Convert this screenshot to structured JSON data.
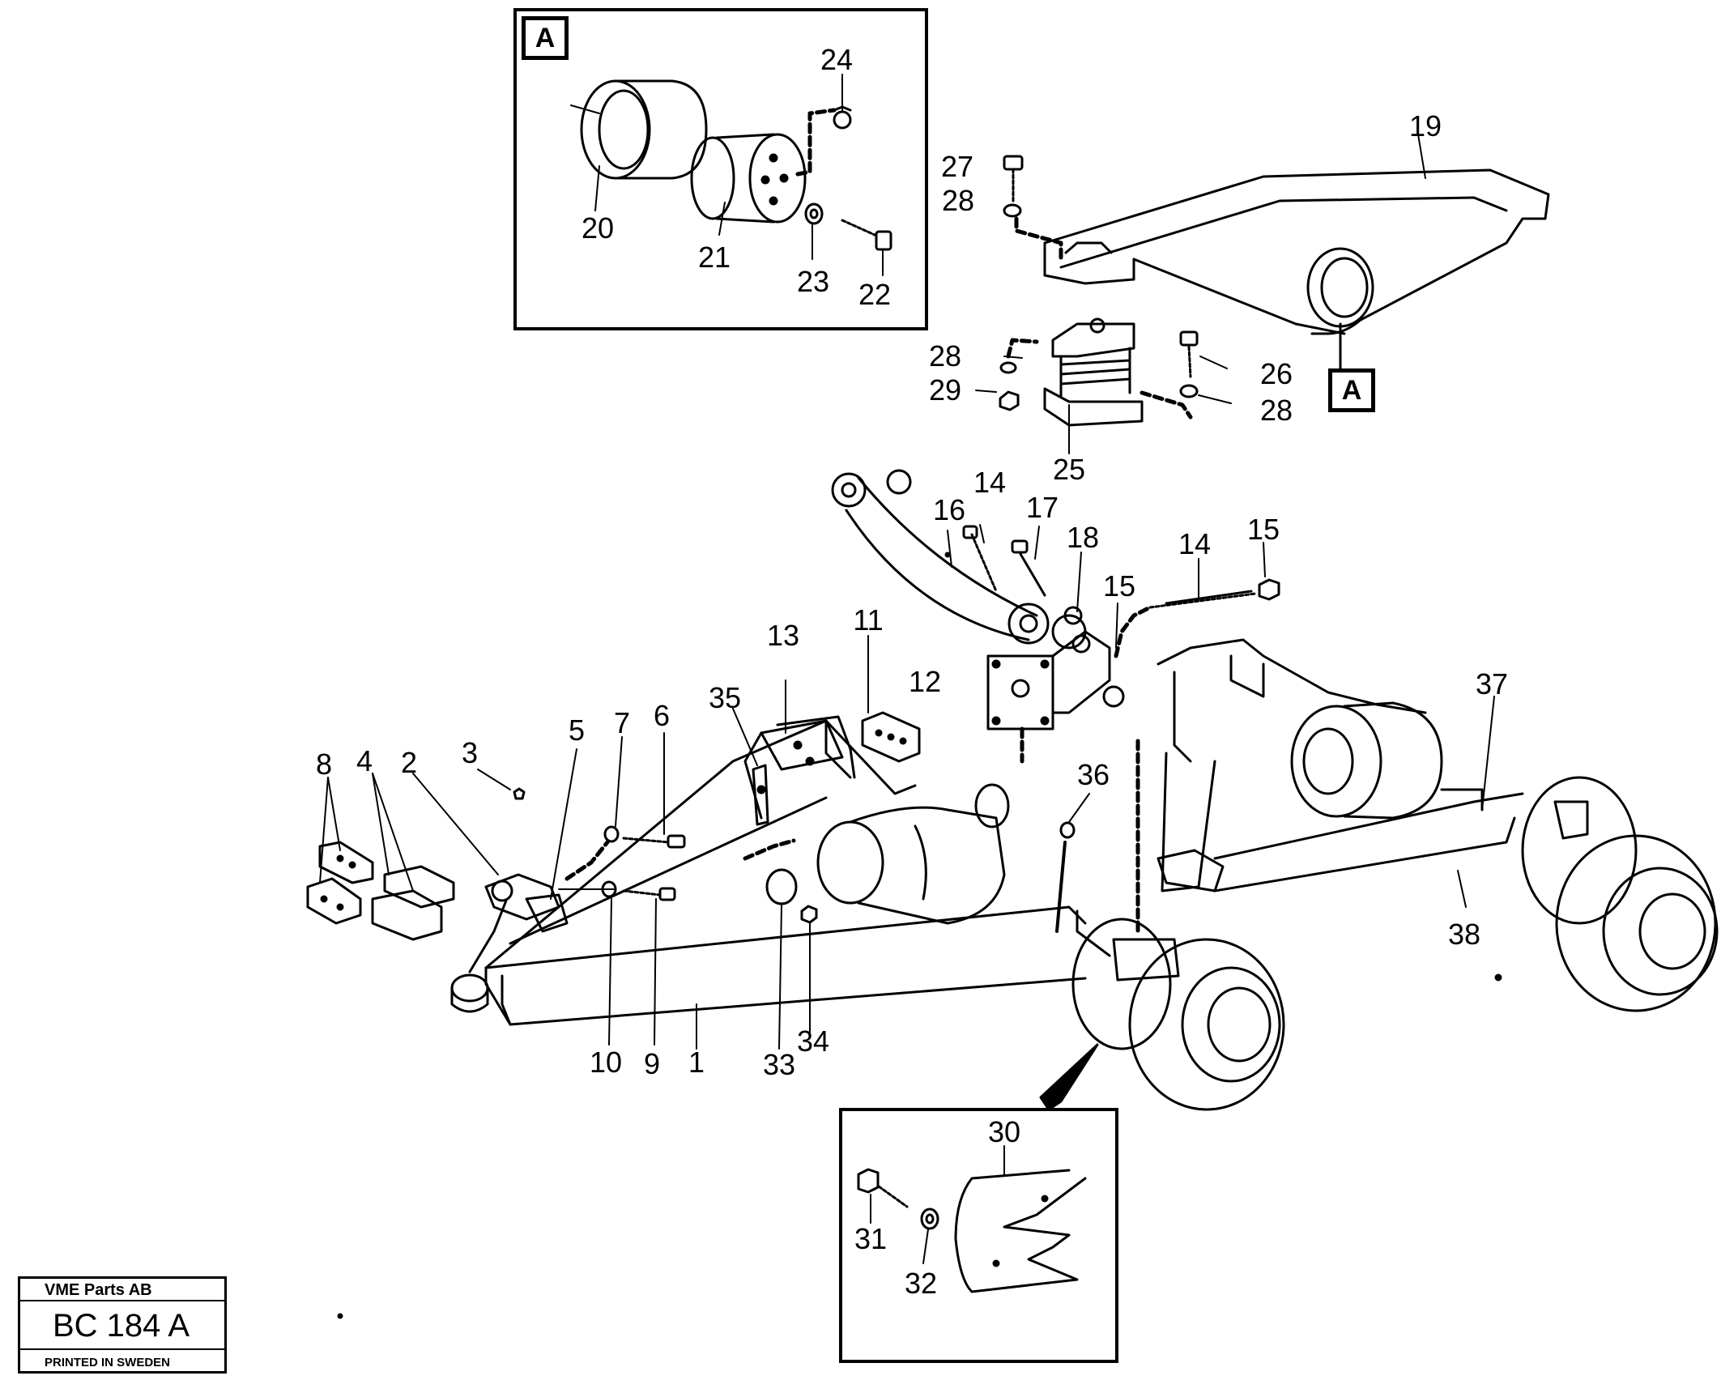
{
  "detail_a": {
    "tag": "A"
  },
  "callout_a": {
    "tag": "A"
  },
  "stamp": {
    "company": "VME Parts AB",
    "code": "BC 184 A",
    "printed": "PRINTED IN SWEDEN"
  },
  "labels": {
    "p1": "1",
    "p2": "2",
    "p3": "3",
    "p4": "4",
    "p5": "5",
    "p6": "6",
    "p7": "7",
    "p8": "8",
    "p9": "9",
    "p10": "10",
    "p11": "11",
    "p12": "12",
    "p13": "13",
    "p14a": "14",
    "p14b": "14",
    "p15a": "15",
    "p15b": "15",
    "p16": "16",
    "p17": "17",
    "p18": "18",
    "p19": "19",
    "p20": "20",
    "p21": "21",
    "p22": "22",
    "p23": "23",
    "p24": "24",
    "p25": "25",
    "p26": "26",
    "p27": "27",
    "p28a": "28",
    "p28b": "28",
    "p28c": "28",
    "p29": "29",
    "p30": "30",
    "p31": "31",
    "p32": "32",
    "p33": "33",
    "p34": "34",
    "p35": "35",
    "p36": "36",
    "p37": "37",
    "p38": "38"
  }
}
